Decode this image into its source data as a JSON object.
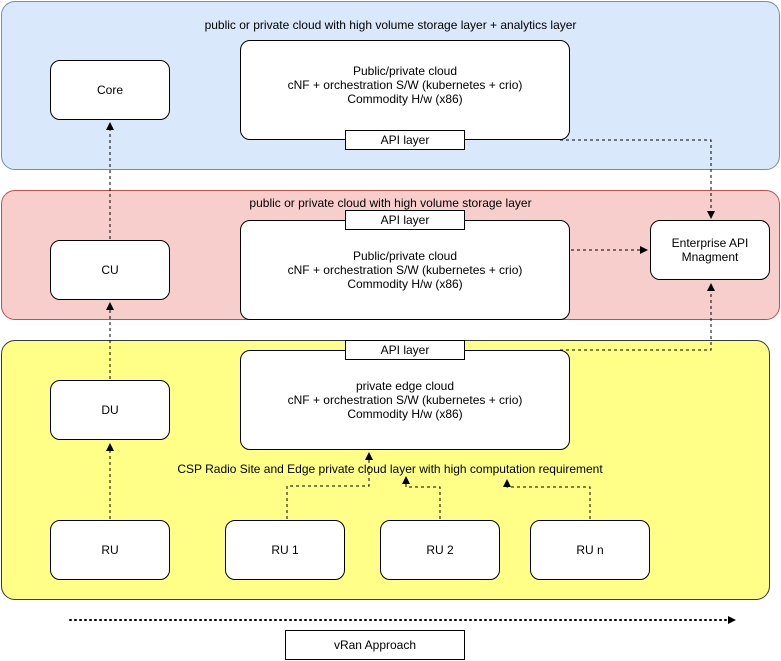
{
  "colors": {
    "analytics_layer_fill": "#dae8fc",
    "storage_layer_fill": "#f8cecc",
    "edge_layer_fill": "#ffff88"
  },
  "layers": {
    "analytics": {
      "title": "public or private cloud with high volume storage layer + analytics layer"
    },
    "storage": {
      "title": "public or private cloud with high volume storage layer"
    },
    "edge": {
      "title": "CSP Radio Site and Edge private cloud layer with high computation requirement"
    }
  },
  "nodes": {
    "core": "Core",
    "cu": "CU",
    "du": "DU",
    "ru": "RU",
    "ru1": "RU 1",
    "ru2": "RU 2",
    "run": "RU n",
    "enterprise_api": "Enterprise API Mnagment"
  },
  "clouds": {
    "top": {
      "line1": "Public/private cloud",
      "line2": "cNF + orchestration S/W (kubernetes + crio)",
      "line3": "Commodity H/w (x86)",
      "api": "API layer"
    },
    "middle": {
      "line1": "Public/private cloud",
      "line2": "cNF + orchestration S/W (kubernetes + crio)",
      "line3": "Commodity H/w (x86)",
      "api": "API layer"
    },
    "edge": {
      "line1": "private edge  cloud",
      "line2": "cNF + orchestration S/W (kubernetes + crio)",
      "line3": "Commodity H/w (x86)",
      "api": "API layer"
    }
  },
  "footer": {
    "approach_label": "vRan Approach"
  }
}
